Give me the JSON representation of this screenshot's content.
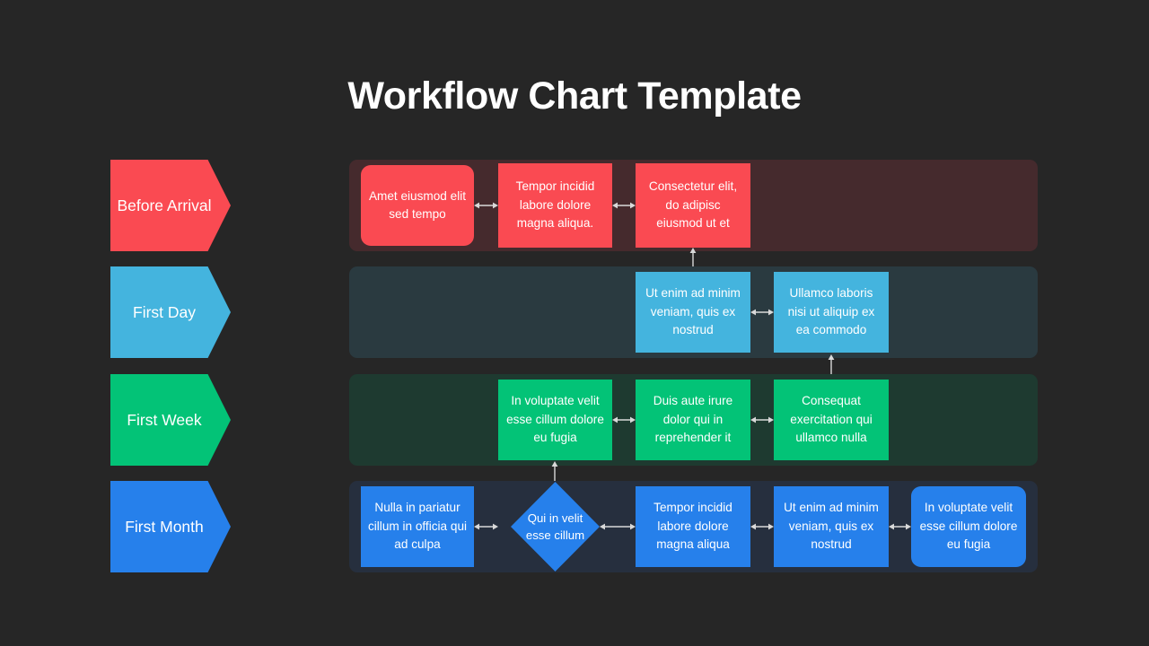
{
  "page": {
    "title": "Workflow Chart Template",
    "background": "#262626",
    "arrow_color": "#d9d9d9"
  },
  "chart_data": {
    "type": "diagram",
    "title": "Workflow Chart Template",
    "lanes": [
      {
        "label": "Before Arrival",
        "color": "#fa4a52",
        "track_color": "#452a2d",
        "nodes": [
          {
            "text": "Amet eiusmod elit  sed tempo",
            "shape": "round"
          },
          {
            "text": "Tempor incidid labore dolore magna aliqua.",
            "shape": "rect"
          },
          {
            "text": "Consectetur elit, do adipisc eiusmod ut et",
            "shape": "rect"
          }
        ]
      },
      {
        "label": "First Day",
        "color": "#44b4de",
        "track_color": "#2a3a40",
        "nodes": [
          {
            "text": "Ut enim ad minim veniam, quis ex nostrud",
            "shape": "rect"
          },
          {
            "text": "Ullamco laboris nisi ut aliquip ex ea commodo",
            "shape": "rect"
          }
        ]
      },
      {
        "label": "First Week",
        "color": "#03c377",
        "track_color": "#1e3a30",
        "nodes": [
          {
            "text": "In voluptate velit esse cillum dolore eu fugia",
            "shape": "rect"
          },
          {
            "text": "Duis aute irure dolor qui in reprehender it",
            "shape": "rect"
          },
          {
            "text": "Consequat exercitation qui ullamco nulla",
            "shape": "rect"
          }
        ]
      },
      {
        "label": "First Month",
        "color": "#2680eb",
        "track_color": "#262f3e",
        "nodes": [
          {
            "text": "Nulla in pariatur cillum in officia qui ad culpa",
            "shape": "rect"
          },
          {
            "text": "Qui in velit esse cillum",
            "shape": "diamond"
          },
          {
            "text": "Tempor incidid labore dolore magna aliqua",
            "shape": "rect"
          },
          {
            "text": "Ut enim ad minim veniam, quis ex nostrud",
            "shape": "rect"
          },
          {
            "text": "In voluptate velit esse cillum dolore eu fugia",
            "shape": "round"
          }
        ]
      }
    ],
    "connectors": {
      "horizontal_double": 7,
      "vertical_double": 3
    }
  }
}
